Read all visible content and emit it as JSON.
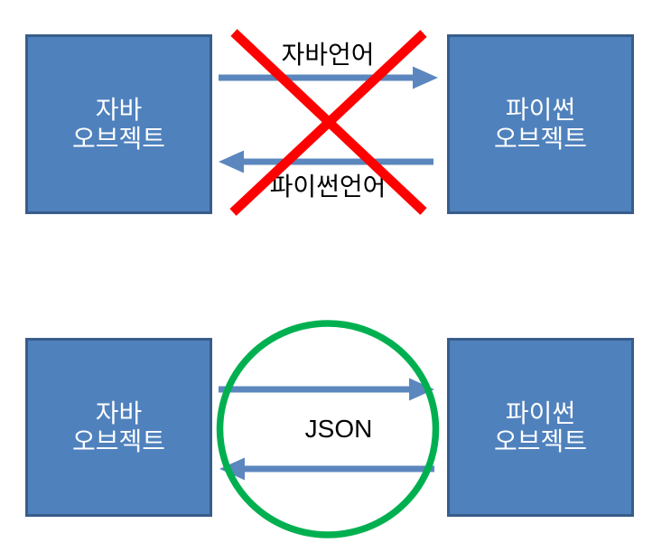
{
  "colors": {
    "background": "#ffffff",
    "box_fill": "#4f81bd",
    "box_border": "#385d8a",
    "box_text": "#ffffff",
    "arrow_blue": "#5b87be",
    "cross_red": "#fe0000",
    "circle_green": "#00b050",
    "label_text": "#000000"
  },
  "top_diagram": {
    "left_box_label": "자바\n오브젝트",
    "right_box_label": "파이썬\n오브젝트",
    "forward_arrow_label": "자바언어",
    "backward_arrow_label": "파이썬언어"
  },
  "bottom_diagram": {
    "left_box_label": "자바\n오브젝트",
    "right_box_label": "파이썬\n오브젝트",
    "center_label": "JSON"
  }
}
